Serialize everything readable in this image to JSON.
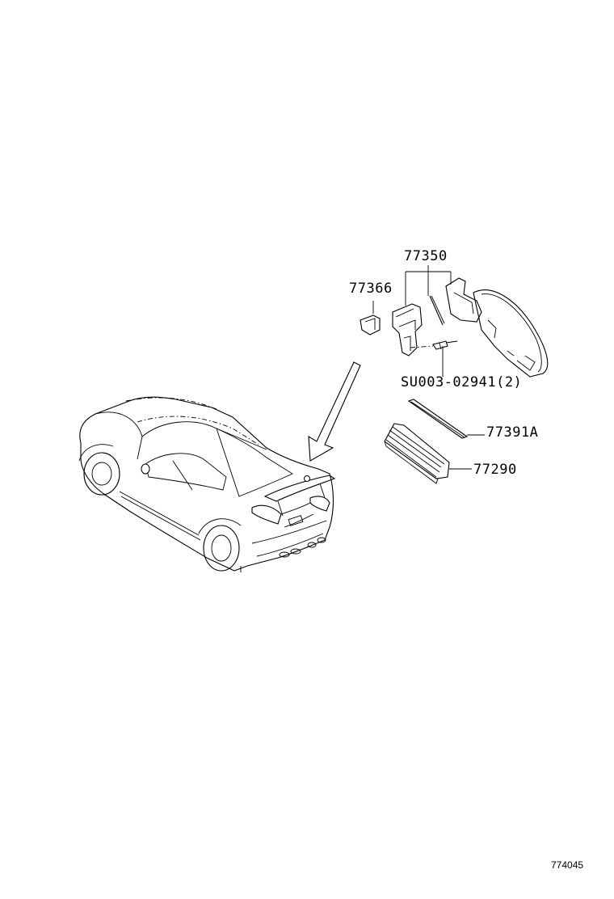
{
  "diagram": {
    "labels": {
      "part_77350": "77350",
      "part_77366": "77366",
      "part_su0003": "SU003-02941(2)",
      "part_77391a": "77391A",
      "part_77290": "77290"
    },
    "figure_code": "774045",
    "line_color": "#000000",
    "background": "#ffffff",
    "icons": [
      "car-rear-view-icon",
      "direction-arrow-icon",
      "rear-spoiler-part-icon",
      "bracket-part-icon",
      "clip-part-icon",
      "screw-part-icon",
      "seal-strip-part-icon",
      "ribbed-pad-part-icon"
    ]
  }
}
